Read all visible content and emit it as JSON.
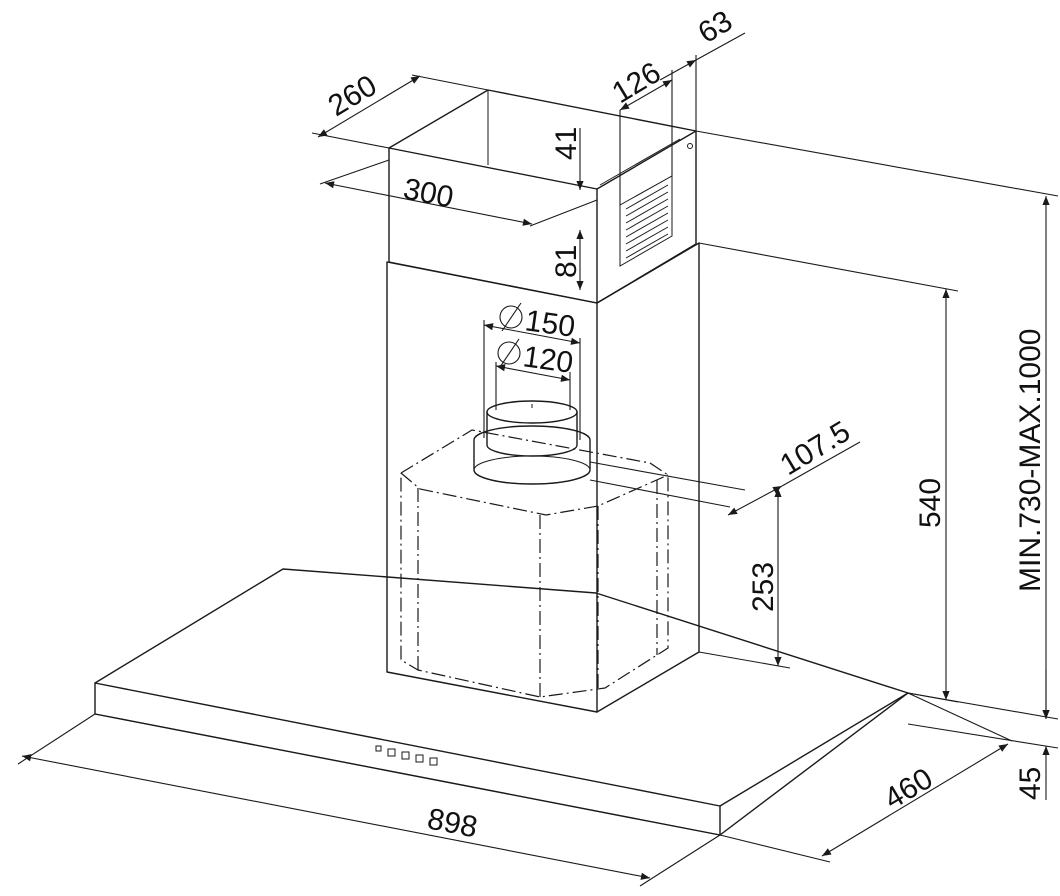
{
  "dimensions": {
    "chimney_depth": "260",
    "chimney_width": "300",
    "offset_126": "126",
    "offset_63": "63",
    "bracket_41": "41",
    "bracket_81": "81",
    "duct_outer": "150",
    "duct_inner": "120",
    "outlet_offset": "107.5",
    "outlet_height": "253",
    "chimney_height": "540",
    "total_height": "MIN.730-MAX.1000",
    "hood_thickness": "45",
    "hood_depth": "460",
    "hood_width": "898"
  },
  "colors": {
    "line": "#1a1a1a",
    "background": "#ffffff"
  },
  "icons": {
    "diameter": "diameter-symbol"
  }
}
